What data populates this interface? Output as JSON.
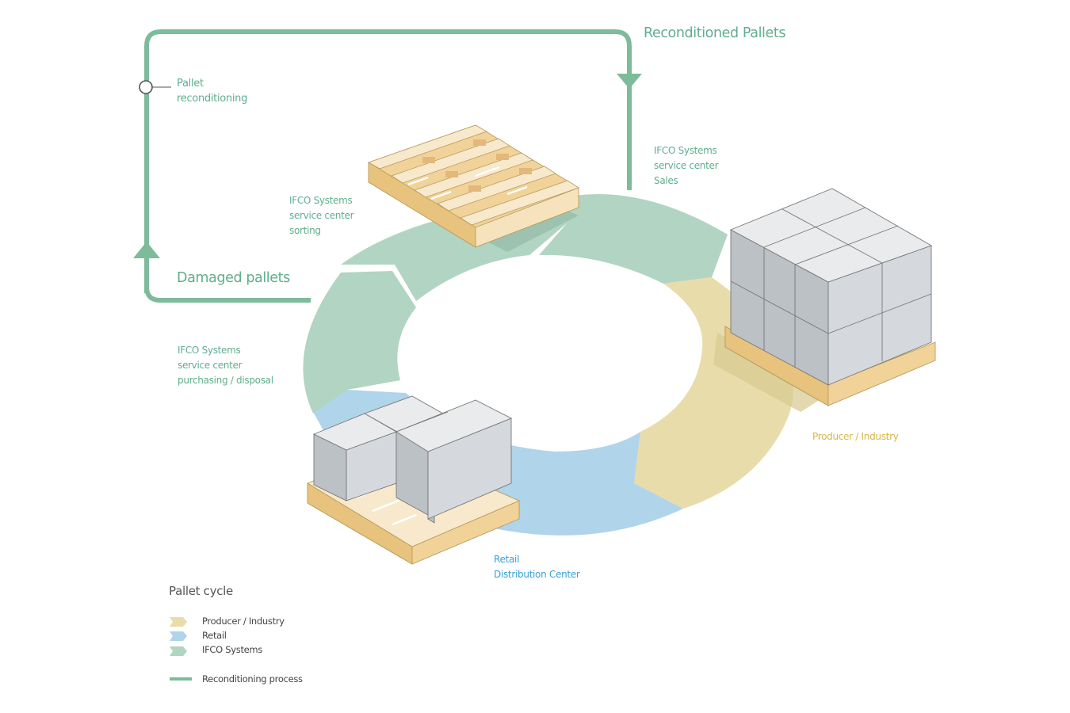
{
  "diagram": {
    "title": "Pallet cycle",
    "loop": {
      "reconditioned_label": "Reconditioned Pallets",
      "damaged_label": "Damaged pallets",
      "reconditioning_marker": [
        "Pallet",
        "reconditioning"
      ]
    },
    "stations": {
      "sales": [
        "IFCO Systems",
        "service center",
        "Sales"
      ],
      "sorting": [
        "IFCO Systems",
        "service center",
        "sorting"
      ],
      "purchasing": [
        "IFCO Systems",
        "service center",
        "purchasing / disposal"
      ],
      "producer": [
        "Producer / Industry"
      ],
      "retail": [
        "Retail",
        "Distribution Center"
      ]
    },
    "segments": [
      {
        "name": "IFCO Systems sales",
        "category": "IFCO Systems"
      },
      {
        "name": "Producer / Industry",
        "category": "Producer / Industry"
      },
      {
        "name": "Retail Distribution Center",
        "category": "Retail"
      },
      {
        "name": "IFCO Systems purchasing / disposal",
        "category": "IFCO Systems"
      },
      {
        "name": "IFCO Systems sorting",
        "category": "IFCO Systems"
      }
    ],
    "pallets": [
      {
        "name": "empty-pallet",
        "boxes": 0
      },
      {
        "name": "full-pallet",
        "boxes": 8
      },
      {
        "name": "partial-pallet",
        "boxes": 3
      }
    ]
  },
  "legend": {
    "title": "Pallet cycle",
    "items": [
      {
        "label": "Producer / Industry",
        "color": "#e8dcab"
      },
      {
        "label": "Retail",
        "color": "#b0d4ea"
      },
      {
        "label": "IFCO Systems",
        "color": "#b2d4c3"
      }
    ],
    "process": {
      "label": "Reconditioning process",
      "color": "#7dbb9a"
    }
  },
  "colors": {
    "ifco": "#b2d4c3",
    "producer": "#e8dcab",
    "retail": "#b0d4ea",
    "process": "#7dbb9a",
    "green_text": "#5fae8d",
    "blue_text": "#3a9fd6",
    "gold_text": "#d6b748"
  }
}
